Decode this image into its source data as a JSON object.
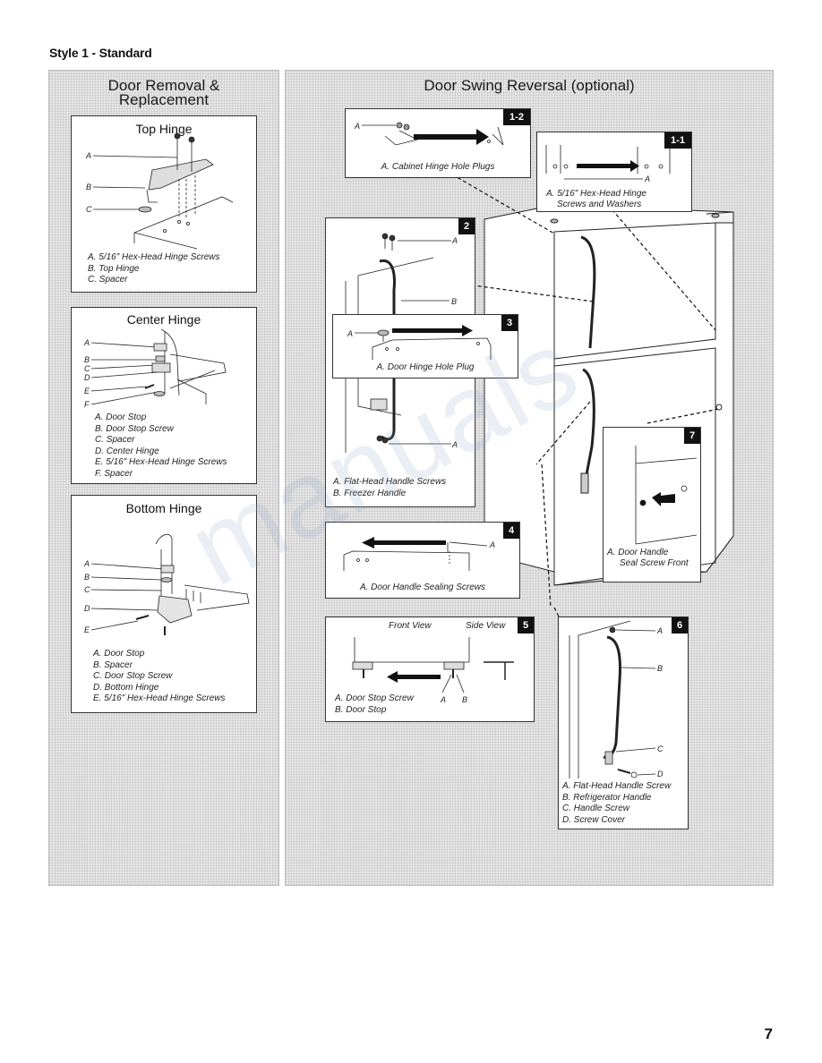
{
  "page": {
    "style_title": "Style 1 - Standard",
    "page_number": "7",
    "watermark": "manuals"
  },
  "left_panel": {
    "title_line1": "Door Removal &",
    "title_line2": "Replacement",
    "top_hinge": {
      "title": "Top Hinge",
      "letters": [
        "A",
        "B",
        "C"
      ],
      "legend": [
        "A. 5/16\" Hex-Head Hinge Screws",
        "B. Top Hinge",
        "C. Spacer"
      ]
    },
    "center_hinge": {
      "title": "Center Hinge",
      "letters": [
        "A",
        "B",
        "C",
        "D",
        "E",
        "F"
      ],
      "legend": [
        "A. Door Stop",
        "B. Door Stop Screw",
        "C. Spacer",
        "D. Center Hinge",
        "E. 5/16\" Hex-Head Hinge Screws",
        "F. Spacer"
      ]
    },
    "bottom_hinge": {
      "title": "Bottom Hinge",
      "letters": [
        "A",
        "B",
        "C",
        "D",
        "E"
      ],
      "legend": [
        "A. Door Stop",
        "B. Spacer",
        "C. Door Stop Screw",
        "D. Bottom Hinge",
        "E. 5/16\" Hex-Head Hinge Screws"
      ]
    }
  },
  "right_panel": {
    "title": "Door Swing Reversal (optional)",
    "step_1_2": {
      "badge": "1-2",
      "letter": "A",
      "caption": "A. Cabinet Hinge Hole Plugs"
    },
    "step_1_1": {
      "badge": "1-1",
      "letter": "A",
      "caption_line1": "A. 5/16\" Hex-Head Hinge",
      "caption_line2": "Screws and Washers"
    },
    "step_2": {
      "badge": "2",
      "letters": [
        "A",
        "B",
        "A"
      ],
      "legend": [
        "A. Flat-Head Handle Screws",
        "B. Freezer Handle"
      ]
    },
    "step_3": {
      "badge": "3",
      "letter": "A",
      "caption": "A. Door Hinge Hole Plug"
    },
    "step_4": {
      "badge": "4",
      "letter": "A",
      "caption": "A. Door Handle Sealing Screws"
    },
    "step_5": {
      "badge": "5",
      "front_view": "Front View",
      "side_view": "Side View",
      "letters": [
        "A",
        "B"
      ],
      "legend": [
        "A. Door Stop Screw",
        "B. Door Stop"
      ]
    },
    "step_6": {
      "badge": "6",
      "letters": [
        "A",
        "B",
        "C",
        "D"
      ],
      "legend": [
        "A. Flat-Head Handle Screw",
        "B. Refrigerator Handle",
        "C. Handle Screw",
        "D. Screw Cover"
      ]
    },
    "step_7": {
      "badge": "7",
      "caption_line1": "A. Door Handle",
      "caption_line2": "Seal Screw Front"
    }
  }
}
